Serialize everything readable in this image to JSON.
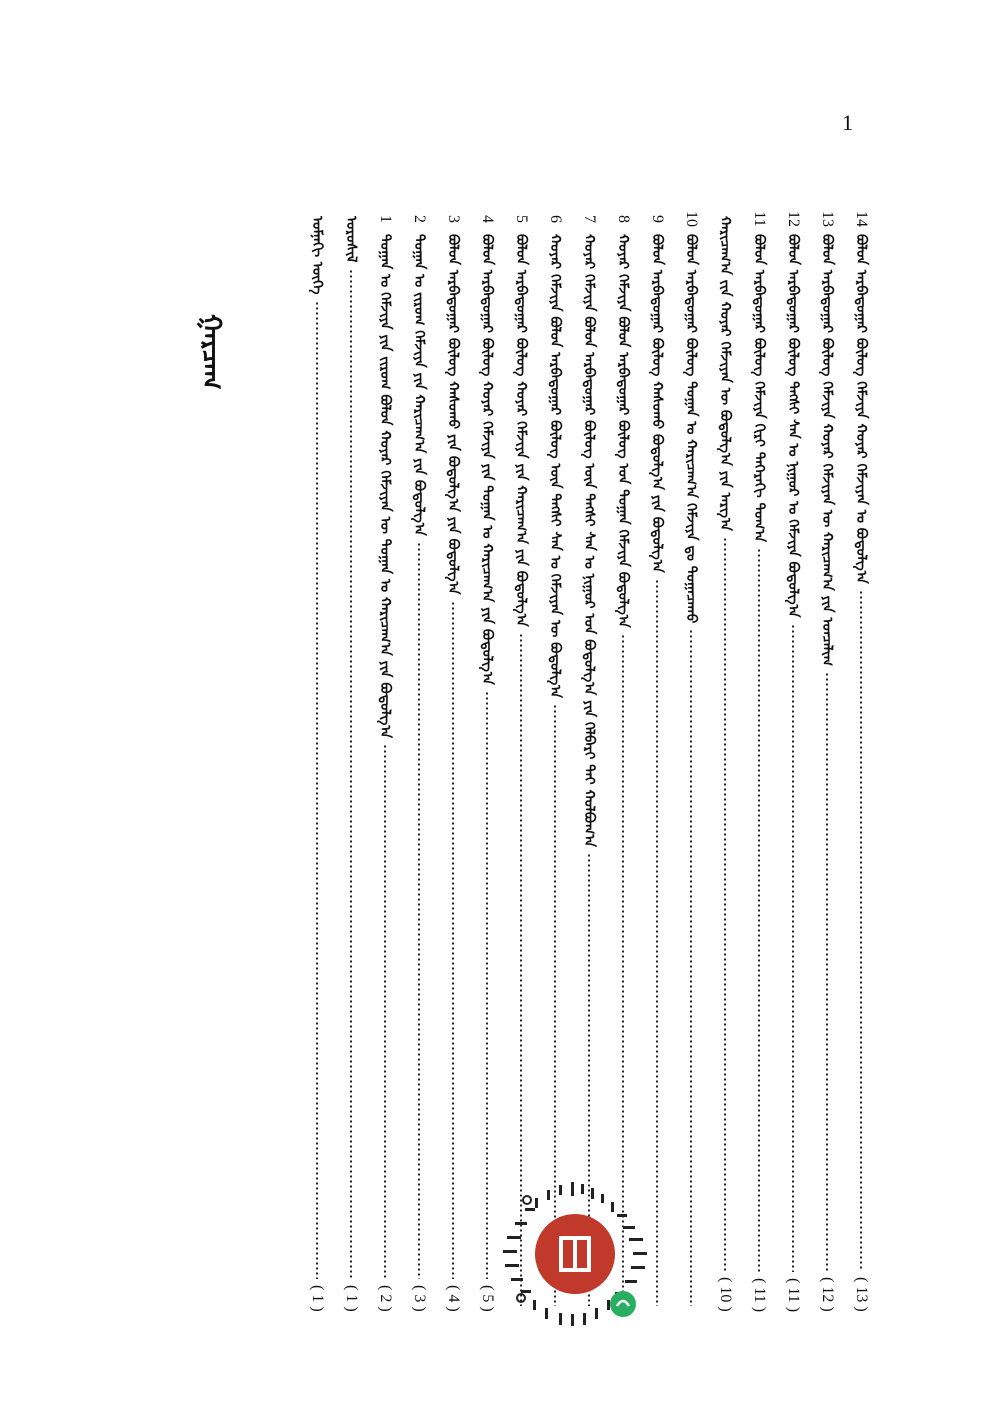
{
  "page_number": "1",
  "title": "ᠭᠠᠷᠴᠠᠭ",
  "entries": [
    {
      "num": "14",
      "text": "ᠪᠣᠯᠤᠨ ᠠᠷᠪᠠᠳᠤᠭᠠᠷ ᠪᠦᠯᠦᠭ ᠬᠡᠮᠵᠢᠶᠡ ᠬᠣᠶᠠᠷ ᠬᠡᠮᠵᠢᠶᠡᠨ ᠤ ᠪᠣᠳᠤᠯᠭ᠎ᠠ",
      "page": "( 13 )"
    },
    {
      "num": "13",
      "text": "ᠪᠣᠯᠤᠨ ᠠᠷᠪᠠᠳᠤᠭᠠᠷ ᠪᠦᠯᠦᠭ ᠬᠡᠮᠵᠢᠶᠡ ᠬᠣᠶᠠᠷ ᠬᠡᠮᠵᠢᠶᠡᠨ ᠦ ᠬᠠᠷᠢᠴᠠᠭ᠎ᠠ ᠶᠢᠨ ᠤᠨᠴᠠᠯᠢᠭ",
      "page": "( 12 )"
    },
    {
      "num": "12",
      "text": "ᠪᠣᠯᠤᠨ ᠠᠷᠪᠠᠳᠤᠭᠠᠷ ᠪᠦᠯᠦᠭ ᠲᠡᠭᠰᠢ ᠰᠠᠨ ᠤ ᠨᠢᠭᠤᠷ ᠤ ᠬᠡᠮᠵᠢᠶᠡ ᠪᠣᠳᠤᠯᠭ᠎ᠠ",
      "page": "( 11 )"
    },
    {
      "num": "11",
      "text": "ᠪᠣᠯᠤᠨ ᠠᠷᠪᠠᠳᠤᠭᠠᠷ ᠪᠦᠯᠦᠭ ᠬᠡᠮᠵᠢᠶᠡ ᠬᠢᠷᠢ ᠳᠡᠭᠡᠷᠡᠬᠢ ᠲᠤᠭ᠎ᠠ",
      "page": "( 11 )"
    },
    {
      "num": "",
      "text": "ᠬᠠᠷᠢᠴᠠᠭ᠎ᠠ ᠵᠢᠨ ᠬᠣᠶᠠᠷ ᠬᠡᠮᠵᠢᠶᠡᠨ ᠦ ᠪᠣᠳᠤᠯᠭ᠎ᠠ ᠶᠢᠨ ᠠᠷᠭ᠎ᠠ",
      "page": "( 10 )"
    },
    {
      "num": "10",
      "text": "ᠪᠣᠯᠤᠨ ᠠᠷᠪᠠᠳᠤᠭᠠᠷ ᠪᠦᠯᠦᠭ ᠲᠣᠭᠠᠨ ᠤ ᠬᠠᠷᠢᠴᠠᠭ᠎ᠠ ᠬᠡᠮᠵᠢᠶᠡ ᠳᠤ ᠲᠣᠭᠠᠴᠠᠬᠤ",
      "page": ""
    },
    {
      "num": "9",
      "text": "ᠪᠣᠯᠤᠨ ᠠᠷᠪᠠᠳᠤᠭᠠᠷ ᠪᠦᠯᠦᠭ ᠬᠠᠰᠤᠬᠤ ᠪᠣᠳᠤᠯᠭ᠎ᠠ ᠶᠢᠨ ᠪᠣᠳᠤᠯᠭ᠎ᠠ",
      "page": ""
    },
    {
      "num": "8",
      "text": "ᠬᠣᠶᠠᠷ ᠬᠡᠮᠵᠢᠶᠡ ᠪᠣᠯᠤᠨ ᠠᠷᠪᠠᠳᠤᠭᠠᠷ ᠪᠦᠯᠦᠭ ᠤᠨ ᠲᠣᠭᠠᠨ ᠬᠡᠮᠵᠢᠶᠡ ᠪᠣᠳᠤᠯᠭ᠎ᠠ",
      "page": ""
    },
    {
      "num": "7",
      "text": "ᠬᠣᠶᠠᠷ ᠬᠡᠮᠵᠢᠶᠡ ᠪᠣᠯᠤᠨ ᠠᠷᠪᠠᠳᠤᠭᠠᠷ ᠪᠦᠯᠦᠭ ᠦᠨ ᠲᠡᠭᠰᠢ ᠰᠠᠨ ᠤ ᠨᠢᠭᠤᠷ ᠤᠨ ᠪᠣᠳᠤᠯᠭ᠎ᠠ ᠶᠢᠨ ᠬᠡᠯᠪᠡᠷᠢ ᠲᠠᠢ ᠬᠣᠯᠪᠣᠭ᠎ᠠ",
      "page": ""
    },
    {
      "num": "6",
      "text": "ᠬᠣᠶᠠᠷ ᠬᠡᠮᠵᠢᠶᠡ ᠪᠣᠯᠤᠨ ᠠᠷᠪᠠᠳᠤᠭᠠᠷ ᠪᠦᠯᠦᠭ ᠦᠨ ᠲᠡᠭᠰᠢ ᠰᠠᠨ ᠤ ᠬᠡᠮᠵᠢᠶᠡᠨ ᠦ ᠪᠣᠳᠤᠯᠭ᠎ᠠ",
      "page": ""
    },
    {
      "num": "5",
      "text": "ᠪᠣᠯᠤᠨ ᠠᠷᠪᠠᠳᠤᠭᠠᠷ ᠪᠦᠯᠦᠭ ᠬᠣᠶᠠᠷ ᠬᠡᠮᠵᠢᠶᠡ ᠶᠢᠨ ᠬᠠᠷᠢᠴᠠᠭ᠎ᠠ ᠶᠢᠨ ᠪᠣᠳᠤᠯᠭ᠎ᠠ",
      "page": ""
    },
    {
      "num": "4",
      "text": "ᠪᠣᠯᠤᠨ ᠠᠷᠪᠠᠳᠤᠭᠠᠷ ᠪᠦᠯᠦᠭ ᠬᠣᠶᠠᠷ ᠬᠡᠮᠵᠢᠶᠡ ᠶᠢᠨ ᠲᠣᠭᠠᠨ ᠤ ᠬᠠᠷᠢᠴᠠᠭ᠎ᠠ ᠶᠢᠨ ᠪᠣᠳᠤᠯᠭ᠎ᠠ",
      "page": "( 5 )"
    },
    {
      "num": "3",
      "text": "ᠪᠣᠯᠤᠨ ᠠᠷᠪᠠᠳᠤᠭᠠᠷ ᠪᠦᠯᠦᠭ ᠬᠠᠰᠤᠬᠤ ᠶᠢᠨ ᠪᠣᠳᠤᠯᠭ᠎ᠠ ᠶᠢᠨ ᠪᠣᠳᠤᠯᠭ᠎ᠠ",
      "page": "( 4 )"
    },
    {
      "num": "2",
      "text": "ᠲᠣᠭᠠᠨ ᠤ ᠵᠢᠷᠤᠭ ᠬᠡᠮᠵᠢᠶᠡ ᠶᠢᠨ ᠬᠠᠷᠢᠴᠠᠭ᠎ᠠ ᠶᠢᠨ ᠪᠣᠳᠤᠯᠭ᠎ᠠ",
      "page": "( 3 )"
    },
    {
      "num": "1",
      "text": "ᠲᠣᠭᠠᠨ ᠤ ᠬᠡᠮᠵᠢᠶᠡ ᠶᠢᠨ ᠵᠢᠷᠤᠭ ᠪᠣᠯᠤᠨ ᠬᠣᠶᠠᠷ ᠬᠡᠮᠵᠢᠶᠡᠨ ᠦ ᠲᠣᠭᠠᠨ ᠤ ᠬᠠᠷᠢᠴᠠᠭ᠎ᠠ ᠶᠢᠨ ᠪᠣᠳᠤᠯᠭ᠎ᠠ",
      "page": "( 2 )"
    },
    {
      "num": "",
      "text": "ᠣᠷᠣᠰᠢᠯ",
      "page": "( 1 )"
    },
    {
      "num": "",
      "text": "ᠤᠮᠨᠠᠬᠢ ᠦᠭᠡ",
      "page": "( 1 )"
    }
  ],
  "colors": {
    "qr_red": "#c0392b",
    "qr_green": "#27ae60"
  }
}
